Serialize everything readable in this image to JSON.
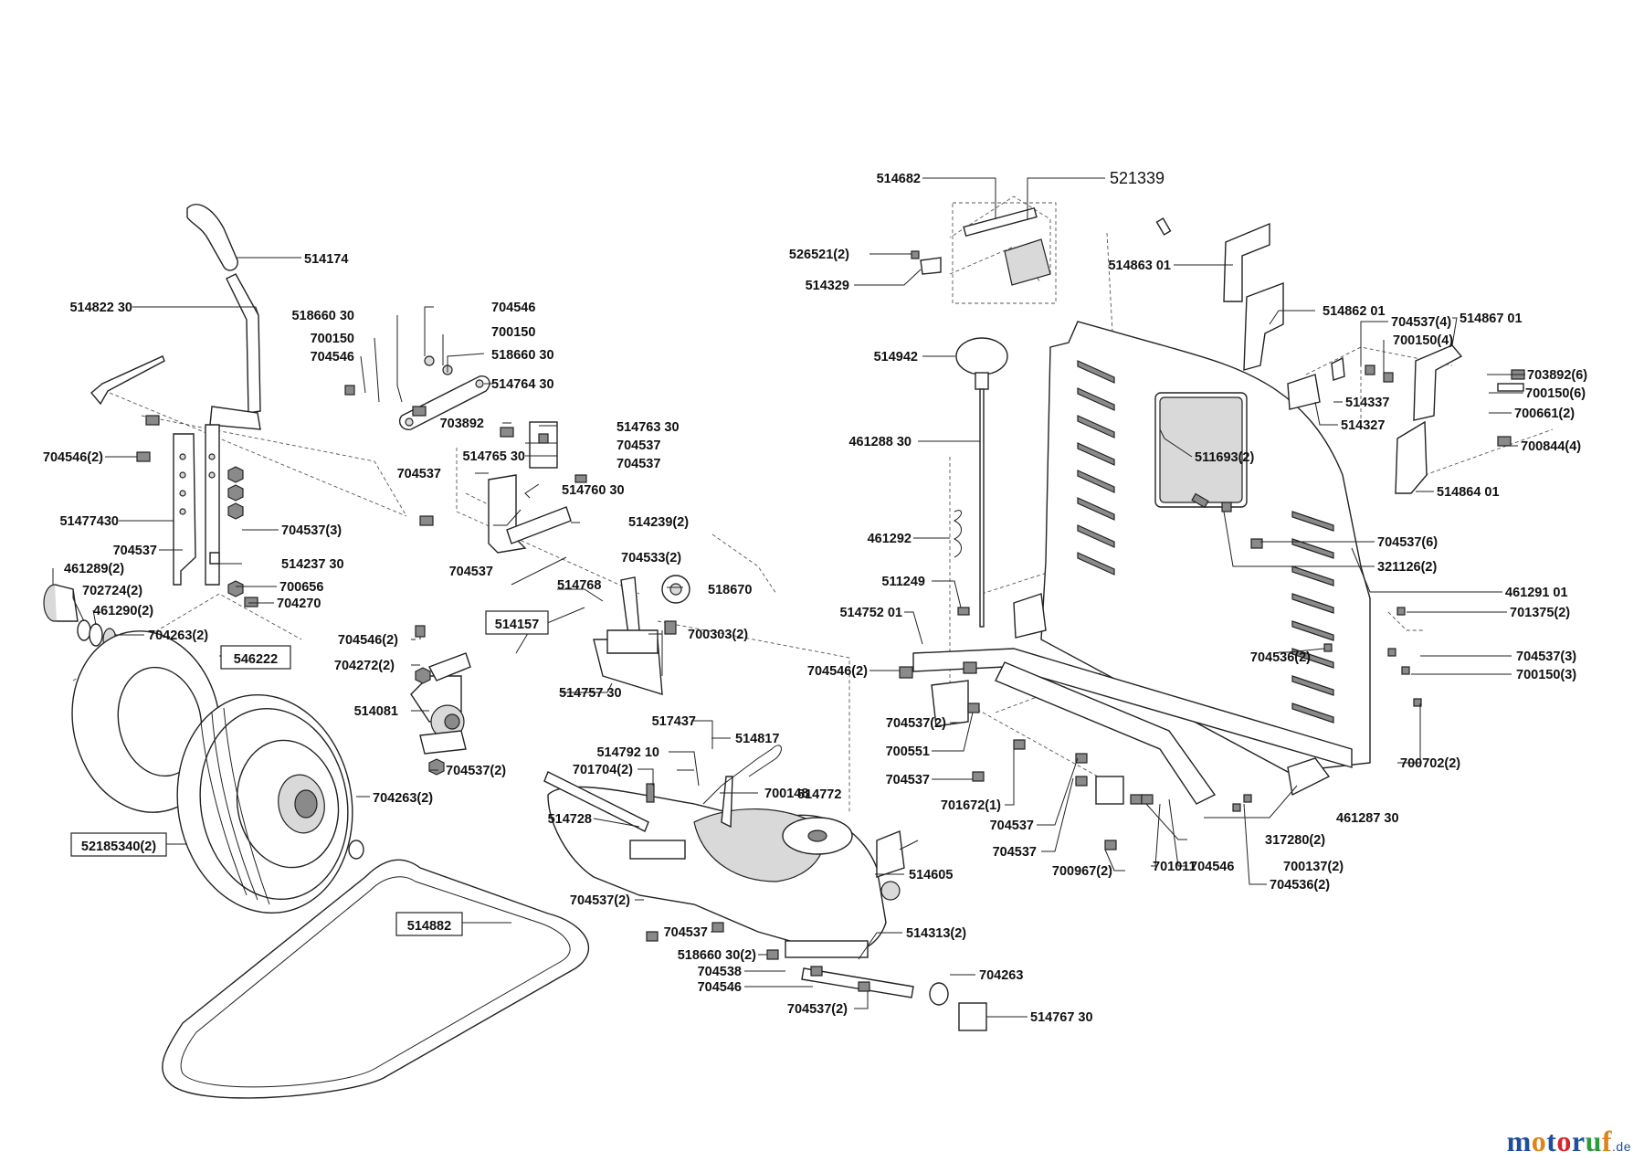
{
  "callouts": [
    {
      "id": "514174",
      "text": "514174"
    },
    {
      "id": "514822_30",
      "text": "514822 30"
    },
    {
      "id": "704546_2_a",
      "text": "704546(2)"
    },
    {
      "id": "51477430",
      "text": "51477430"
    },
    {
      "id": "704537_a",
      "text": "704537"
    },
    {
      "id": "704537_3_a",
      "text": "704537(3)"
    },
    {
      "id": "514237_30",
      "text": "514237 30"
    },
    {
      "id": "700656",
      "text": "700656"
    },
    {
      "id": "704270",
      "text": "704270"
    },
    {
      "id": "461289_2",
      "text": "461289(2)"
    },
    {
      "id": "702724_2",
      "text": "702724(2)"
    },
    {
      "id": "461290_2",
      "text": "461290(2)"
    },
    {
      "id": "704263_2_a",
      "text": "704263(2)"
    },
    {
      "id": "546222",
      "text": "546222",
      "boxed": true
    },
    {
      "id": "52185340_2",
      "text": "52185340(2)",
      "boxed": true
    },
    {
      "id": "704263_2_b",
      "text": "704263(2)"
    },
    {
      "id": "514882",
      "text": "514882",
      "boxed": true
    },
    {
      "id": "518660_30_a",
      "text": "518660 30"
    },
    {
      "id": "700150_a",
      "text": "700150"
    },
    {
      "id": "704546_a",
      "text": "704546"
    },
    {
      "id": "704546_b",
      "text": "704546"
    },
    {
      "id": "700150_b",
      "text": "700150"
    },
    {
      "id": "518660_30_b",
      "text": "518660 30"
    },
    {
      "id": "514764_30",
      "text": "514764 30"
    },
    {
      "id": "703892",
      "text": "703892"
    },
    {
      "id": "514763_30",
      "text": "514763 30"
    },
    {
      "id": "514765_30",
      "text": "514765 30"
    },
    {
      "id": "704537_b",
      "text": "704537"
    },
    {
      "id": "704537_c",
      "text": "704537"
    },
    {
      "id": "704537_d",
      "text": "704537"
    },
    {
      "id": "514760_30",
      "text": "514760 30"
    },
    {
      "id": "514239_2",
      "text": "514239(2)"
    },
    {
      "id": "704533_2",
      "text": "704533(2)"
    },
    {
      "id": "704537_e",
      "text": "704537"
    },
    {
      "id": "514768",
      "text": "514768"
    },
    {
      "id": "518670",
      "text": "518670"
    },
    {
      "id": "514157",
      "text": "514157",
      "boxed": true
    },
    {
      "id": "700303_2",
      "text": "700303(2)"
    },
    {
      "id": "704546_2_b",
      "text": "704546(2)"
    },
    {
      "id": "704272_2",
      "text": "704272(2)"
    },
    {
      "id": "514081",
      "text": "514081"
    },
    {
      "id": "704537_2_a",
      "text": "704537(2)"
    },
    {
      "id": "514757_30",
      "text": "514757 30"
    },
    {
      "id": "517437",
      "text": "517437"
    },
    {
      "id": "514817",
      "text": "514817"
    },
    {
      "id": "514792_10",
      "text": "514792 10"
    },
    {
      "id": "700148",
      "text": "700148"
    },
    {
      "id": "701704_2",
      "text": "701704(2)"
    },
    {
      "id": "514772",
      "text": "514772"
    },
    {
      "id": "514728",
      "text": "514728"
    },
    {
      "id": "514605",
      "text": "514605"
    },
    {
      "id": "704537_2_b",
      "text": "704537(2)"
    },
    {
      "id": "704537_f",
      "text": "704537"
    },
    {
      "id": "514313_2",
      "text": "514313(2)"
    },
    {
      "id": "518660_30_2",
      "text": "518660 30(2)"
    },
    {
      "id": "704538",
      "text": "704538"
    },
    {
      "id": "704546_c",
      "text": "704546"
    },
    {
      "id": "704263",
      "text": "704263"
    },
    {
      "id": "704537_2_c",
      "text": "704537(2)"
    },
    {
      "id": "514767_30",
      "text": "514767 30"
    },
    {
      "id": "514682",
      "text": "514682"
    },
    {
      "id": "521339",
      "text": "521339",
      "big": true
    },
    {
      "id": "526521_2",
      "text": "526521(2)"
    },
    {
      "id": "514329",
      "text": "514329"
    },
    {
      "id": "514942",
      "text": "514942"
    },
    {
      "id": "461288_30",
      "text": "461288 30"
    },
    {
      "id": "461292",
      "text": "461292"
    },
    {
      "id": "511249",
      "text": "511249"
    },
    {
      "id": "514752_01",
      "text": "514752 01"
    },
    {
      "id": "704546_2_c",
      "text": "704546(2)"
    },
    {
      "id": "704537_2_d",
      "text": "704537(2)"
    },
    {
      "id": "700551",
      "text": "700551"
    },
    {
      "id": "704537_g",
      "text": "704537"
    },
    {
      "id": "701672_1",
      "text": "701672(1)"
    },
    {
      "id": "704537_h",
      "text": "704537"
    },
    {
      "id": "704537_i",
      "text": "704537"
    },
    {
      "id": "700967_2",
      "text": "700967(2)"
    },
    {
      "id": "701011",
      "text": "701011"
    },
    {
      "id": "704546_d",
      "text": "704546"
    },
    {
      "id": "700137_2",
      "text": "700137(2)"
    },
    {
      "id": "704536_2_a",
      "text": "704536(2)"
    },
    {
      "id": "317280_2",
      "text": "317280(2)"
    },
    {
      "id": "461287_30",
      "text": "461287 30"
    },
    {
      "id": "700702_2",
      "text": "700702(2)"
    },
    {
      "id": "704536_2_b",
      "text": "704536(2)"
    },
    {
      "id": "704537_3_b",
      "text": "704537(3)"
    },
    {
      "id": "700150_3",
      "text": "700150(3)"
    },
    {
      "id": "701375_2",
      "text": "701375(2)"
    },
    {
      "id": "461291_01",
      "text": "461291 01"
    },
    {
      "id": "321126_2",
      "text": "321126(2)"
    },
    {
      "id": "704537_6",
      "text": "704537(6)"
    },
    {
      "id": "511693_2",
      "text": "511693(2)"
    },
    {
      "id": "514863_01",
      "text": "514863 01"
    },
    {
      "id": "514862_01",
      "text": "514862 01"
    },
    {
      "id": "704537_4",
      "text": "704537(4)"
    },
    {
      "id": "514867_01",
      "text": "514867 01"
    },
    {
      "id": "700150_4",
      "text": "700150(4)"
    },
    {
      "id": "514337",
      "text": "514337"
    },
    {
      "id": "514327",
      "text": "514327"
    },
    {
      "id": "703892_6",
      "text": "703892(6)"
    },
    {
      "id": "700150_6",
      "text": "700150(6)"
    },
    {
      "id": "700661_2",
      "text": "700661(2)"
    },
    {
      "id": "700844_4",
      "text": "700844(4)"
    },
    {
      "id": "514864_01",
      "text": "514864 01"
    }
  ],
  "logo": {
    "text": "motoruf",
    "suffix": ".de",
    "colors": [
      "#1f4e9c",
      "#e0831b",
      "#1f4e9c",
      "#d6262c",
      "#1f4e9c",
      "#2e9a3e",
      "#e0831b"
    ]
  }
}
